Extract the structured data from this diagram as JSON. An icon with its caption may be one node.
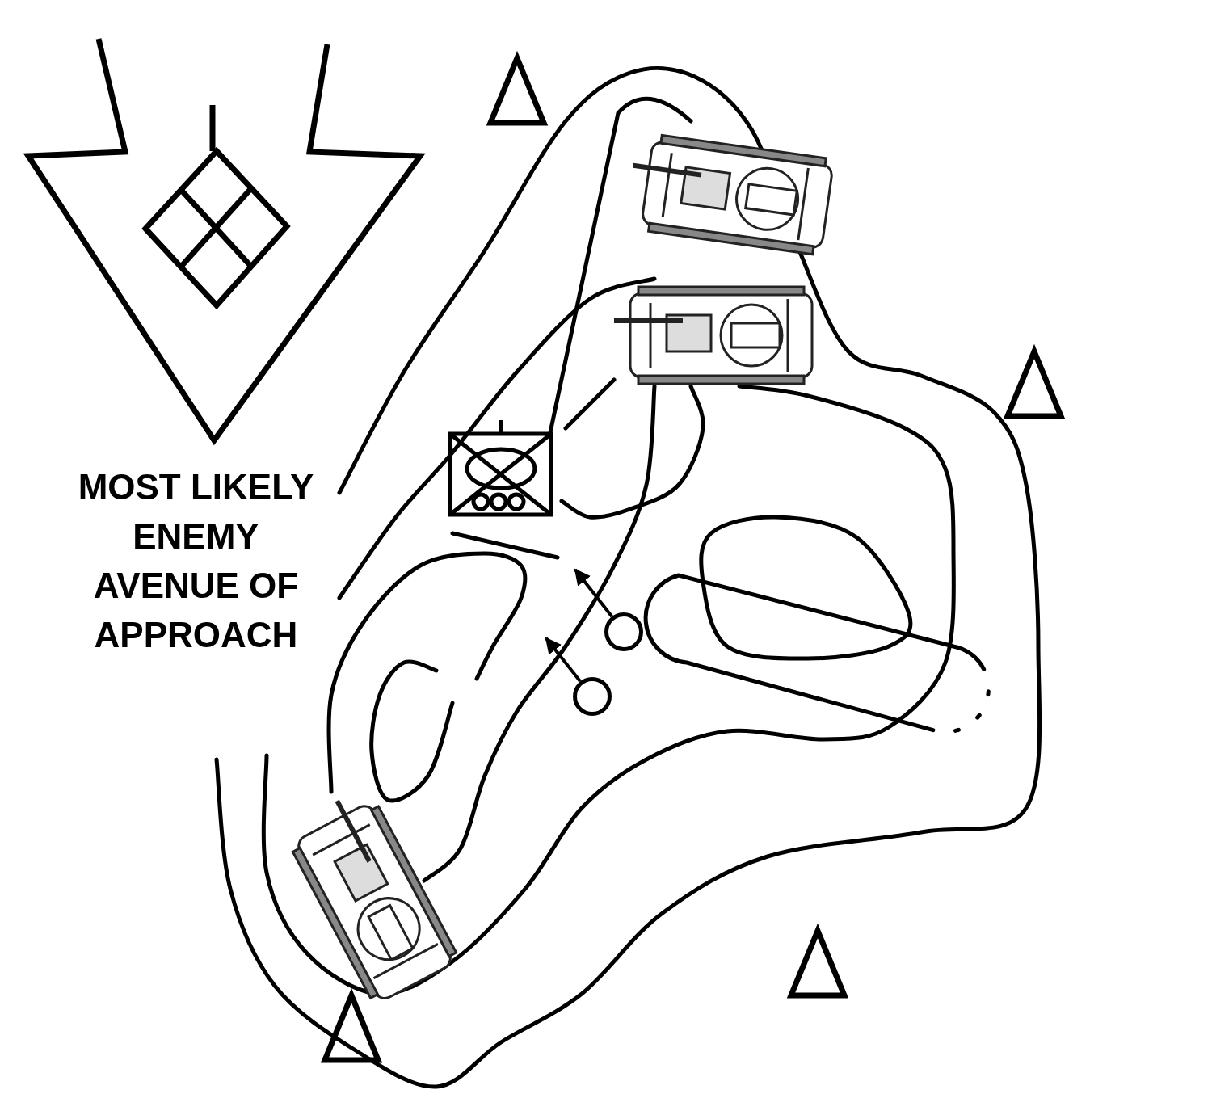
{
  "diagram": {
    "nodes": [
      {
        "text": [],
        "shape": "circle"
      },
      {
        "text": [],
        "shape": "circle"
      }
    ],
    "edges": [
      {
        "from": 0,
        "to": null,
        "arrow": "to"
      },
      {
        "from": 1,
        "to": null,
        "arrow": "to"
      }
    ],
    "labels": [
      "MOST LIKELY ENEMY AVENUE OF APPROACH"
    ]
  }
}
